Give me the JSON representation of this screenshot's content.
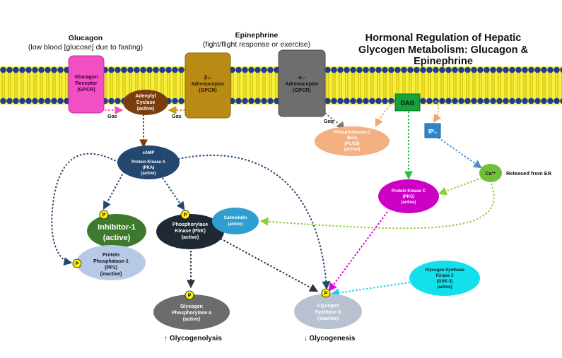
{
  "title": [
    "Hormonal Regulation of Hepatic",
    "Glycogen Metabolism: Glucagon &",
    "Epinephrine"
  ],
  "hormones": {
    "glucagon": {
      "name": "Glucagon",
      "note": "(low blood [glucose] due to fasting)"
    },
    "epinephrine": {
      "name": "Epinephrine",
      "note": "(fight/flight response or exercise)"
    }
  },
  "receptors": {
    "glucagon": [
      "Glucagon",
      "Receptor",
      "(GPCR)"
    ],
    "beta2": [
      "β₂-",
      "Adrenoceptor",
      "(GPCR)"
    ],
    "alpha1": [
      "α₁-",
      "Adrenoceptor",
      "(GPCR)"
    ]
  },
  "g_proteins": {
    "gs_left": "Gαs",
    "gs_right": "Gαs",
    "gq": "Gαq"
  },
  "nodes": {
    "adenylyl_cyclase": [
      "Adenylyl",
      "Cyclase",
      "(active)"
    ],
    "dag": "DAG",
    "ip3": "IP₃",
    "plc": [
      "Phospholipase C",
      "Beta",
      "(PLCβ)",
      "(active)"
    ],
    "camp": "cAMP",
    "pka": [
      "Protein Kinase A",
      "(PKA)",
      "(active)"
    ],
    "ca": "Ca²⁺",
    "released": "Released from ER",
    "pkc": [
      "Protein Kinase C",
      "(PKC)",
      "(active)"
    ],
    "inhibitor1": [
      "Inhibitor-1",
      "(active)"
    ],
    "phk": [
      "Phosphorylase",
      "Kinase (PhK)",
      "(active)"
    ],
    "calmodulin": [
      "Calmodulin",
      "(active)"
    ],
    "pp1": [
      "Protein",
      "Phosphatase-1",
      "(PP1)",
      "(inactive)"
    ],
    "gsk3": [
      "Glycogen Synthase",
      "Kinase 3",
      "(GSK-3)",
      "(active)"
    ],
    "gpa": [
      "Glycogen",
      "Phosphorylase a",
      "(active)"
    ],
    "gsb": [
      "Glycogen",
      "Synthase b",
      "(inactive)"
    ]
  },
  "phospho_label": "P",
  "outcomes": {
    "glycogenolysis": "↑ Glycogenolysis",
    "glycogenesis": "↓ Glycogenesis"
  },
  "colors": {
    "membrane_head": "#1f3c8f",
    "membrane_tail": "#f6ef3c",
    "glucagon_receptor": "#f24fc4",
    "beta2_receptor": "#b98a14",
    "alpha1_receptor": "#6e6e6e",
    "adenylyl_cyclase": "#7a3d0e",
    "pka": "#24476f",
    "phk": "#1f2933",
    "inhibitor1": "#3d7a2d",
    "pp1": "#b8c9e8",
    "gpa": "#6c6c6c",
    "gsb": "#b7c1cf",
    "pkc": "#cc00c4",
    "plc": "#f3b082",
    "dag": "#15a23a",
    "ip3": "#2f86c6",
    "ca": "#6fbf3a",
    "calmodulin": "#2f9fd1",
    "gsk3": "#12e0ec",
    "phospho": "#fff200"
  }
}
